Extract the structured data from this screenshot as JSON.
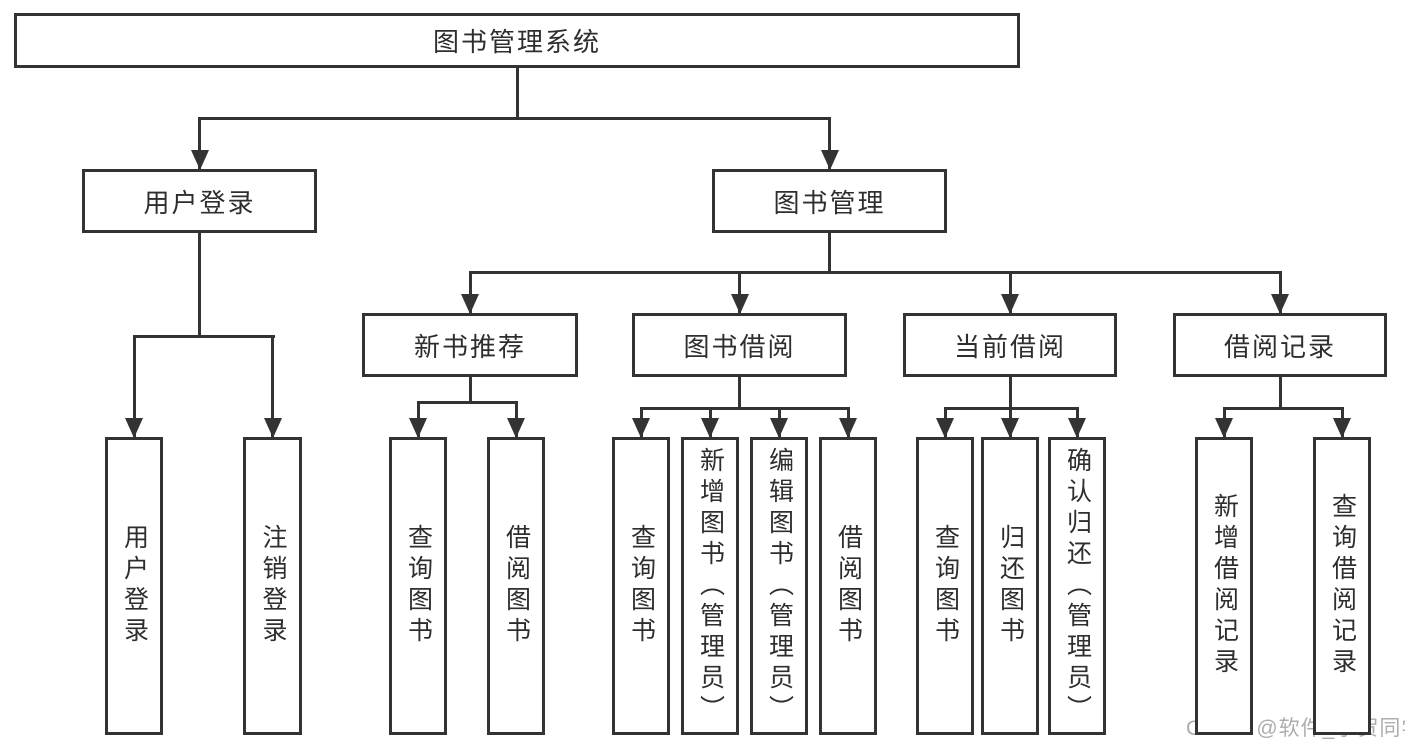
{
  "diagram": {
    "colors": {
      "line": "#333333",
      "box_border": "#333333",
      "box_fill": "#ffffff",
      "text": "#2e2e2e",
      "watermark": "#adadad"
    },
    "nodes": [
      {
        "id": "root",
        "label": "图书管理系统",
        "children": [
          "user-login",
          "book-mgmt"
        ]
      },
      {
        "id": "user-login",
        "label": "用户登录",
        "children": [
          "user-login-leaf",
          "logout-leaf"
        ]
      },
      {
        "id": "book-mgmt",
        "label": "图书管理",
        "children": [
          "new-book",
          "book-borrow",
          "current-borrow",
          "borrow-records"
        ]
      },
      {
        "id": "new-book",
        "label": "新书推荐",
        "children": [
          "nb-query",
          "nb-borrow"
        ]
      },
      {
        "id": "book-borrow",
        "label": "图书借阅",
        "children": [
          "bb-query",
          "bb-add",
          "bb-edit",
          "bb-borrow"
        ]
      },
      {
        "id": "current-borrow",
        "label": "当前借阅",
        "children": [
          "cb-query",
          "cb-return",
          "cb-confirm"
        ]
      },
      {
        "id": "borrow-records",
        "label": "借阅记录",
        "children": [
          "br-add",
          "br-query"
        ]
      },
      {
        "id": "user-login-leaf",
        "label": "用户登录"
      },
      {
        "id": "logout-leaf",
        "label": "注销登录"
      },
      {
        "id": "nb-query",
        "label": "查询图书"
      },
      {
        "id": "nb-borrow",
        "label": "借阅图书"
      },
      {
        "id": "bb-query",
        "label": "查询图书"
      },
      {
        "id": "bb-add",
        "label": "新增图书（管理员）"
      },
      {
        "id": "bb-edit",
        "label": "编辑图书（管理员）"
      },
      {
        "id": "bb-borrow",
        "label": "借阅图书"
      },
      {
        "id": "cb-query",
        "label": "查询图书"
      },
      {
        "id": "cb-return",
        "label": "归还图书"
      },
      {
        "id": "cb-confirm",
        "label": "确认归还（管理员）"
      },
      {
        "id": "br-add",
        "label": "新增借阅记录"
      },
      {
        "id": "br-query",
        "label": "查询借阅记录"
      }
    ],
    "watermark": "CSDN @软件_小贺同学"
  }
}
